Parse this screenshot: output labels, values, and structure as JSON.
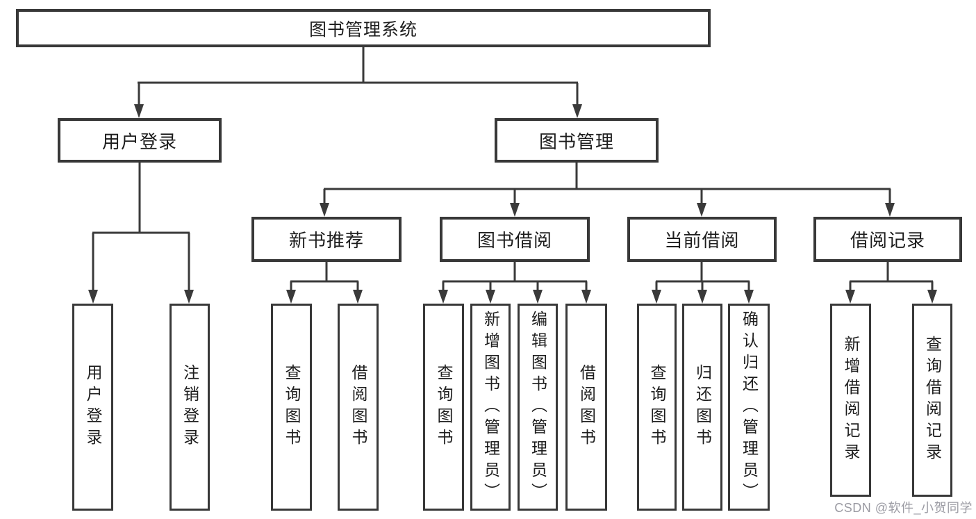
{
  "page": {
    "watermark": "CSDN @软件_小贺同学"
  },
  "colors": {
    "background": "#ffffff",
    "line": "#3a3a3a",
    "box_border": "#383838",
    "text": "#1d1d1d",
    "watermark": "#9b9ba3"
  },
  "tree": {
    "label": "图书管理系统",
    "children": [
      {
        "label": "用户登录",
        "children": [
          {
            "label": "用户登录"
          },
          {
            "label": "注销登录"
          }
        ]
      },
      {
        "label": "图书管理",
        "children": [
          {
            "label": "新书推荐",
            "children": [
              {
                "label": "查询图书"
              },
              {
                "label": "借阅图书"
              }
            ]
          },
          {
            "label": "图书借阅",
            "children": [
              {
                "label": "查询图书"
              },
              {
                "label": "新增图书（管理员）"
              },
              {
                "label": "编辑图书（管理员）"
              },
              {
                "label": "借阅图书"
              }
            ]
          },
          {
            "label": "当前借阅",
            "children": [
              {
                "label": "查询图书"
              },
              {
                "label": "归还图书"
              },
              {
                "label": "确认归还（管理员）"
              }
            ]
          },
          {
            "label": "借阅记录",
            "children": [
              {
                "label": "新增借阅记录"
              },
              {
                "label": "查询借阅记录"
              }
            ]
          }
        ]
      }
    ]
  }
}
